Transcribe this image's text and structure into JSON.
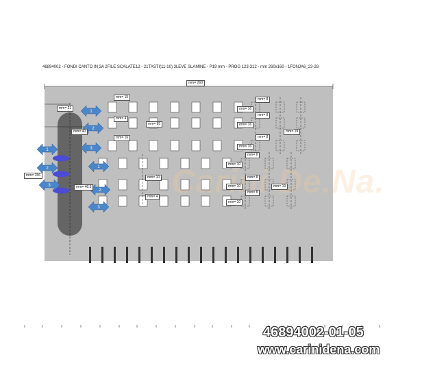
{
  "title": "46894002 - FONDI CANTO IN 3A 2FILE SCALATE12 - 21TASTI(11-10) 3LEVE SLAMINE - P19 mm - PROG 123-312 - mm 260x160 - 1FONJA6_23-28",
  "watermark": "Carini De.Na.",
  "code": "46894002-01-05",
  "url": "www.carinidena.com",
  "dimensions": {
    "overall_width": "mm= 260",
    "left_offset": "mm= 21",
    "lever_offset": "mm= 40",
    "left_height": "mm= 156",
    "lever_pitch": "mm= 48,5",
    "row1_top": "mm= 15",
    "row1_gap": "mm= 4",
    "row1_width": "mm= 85",
    "row1_drop": "mm= 16",
    "row2_gap": "mm= 10",
    "row2_pitch": "mm= 4",
    "upper_r1": "mm= 8",
    "upper_r2": "mm= 16",
    "upper_r3": "mm= 8",
    "upper_r4": "mm= 16",
    "upper_r5": "mm= 8",
    "upper_r6": "mm= 16",
    "upper_pitch": "mm= 19",
    "lower_r1": "mm= 8",
    "lower_r2": "mm= 10",
    "lower_r3": "mm= 8",
    "lower_r4": "mm= 10",
    "lower_r5": "mm= 8",
    "lower_r6": "mm= 10",
    "lower_pitch": "mm= 19"
  },
  "markers": [
    "1",
    "2",
    "3",
    "1",
    "2",
    "3",
    "1",
    "2",
    "3"
  ],
  "colors": {
    "plate": "#bfbfbf",
    "bar": "#555555",
    "marker": "#4a86c8",
    "lever": "#4b4bd6"
  }
}
